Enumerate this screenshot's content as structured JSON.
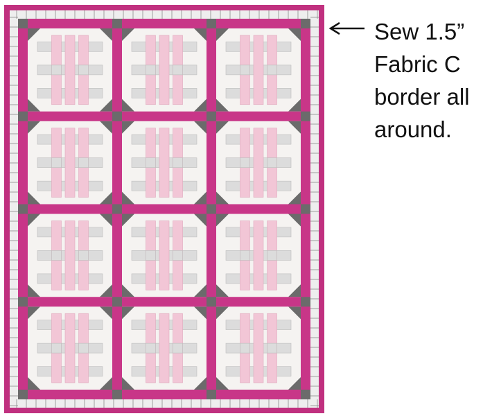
{
  "instruction": {
    "lines": [
      "Sew 1.5”",
      "Fabric C",
      "border all",
      "around."
    ]
  },
  "quilt": {
    "block_columns": 3,
    "block_rows": 4,
    "colors": {
      "fabric_c_border": "#c0307f",
      "sashing": "#c83688",
      "cornerstone": "#6b6b6b",
      "block_background": "#f5f3f1",
      "pink_strip": "#f2c6d6",
      "gray_strip": "#dcdcdc",
      "outer_edge": "#eeeeee",
      "seam": "#8a8a8a"
    }
  }
}
